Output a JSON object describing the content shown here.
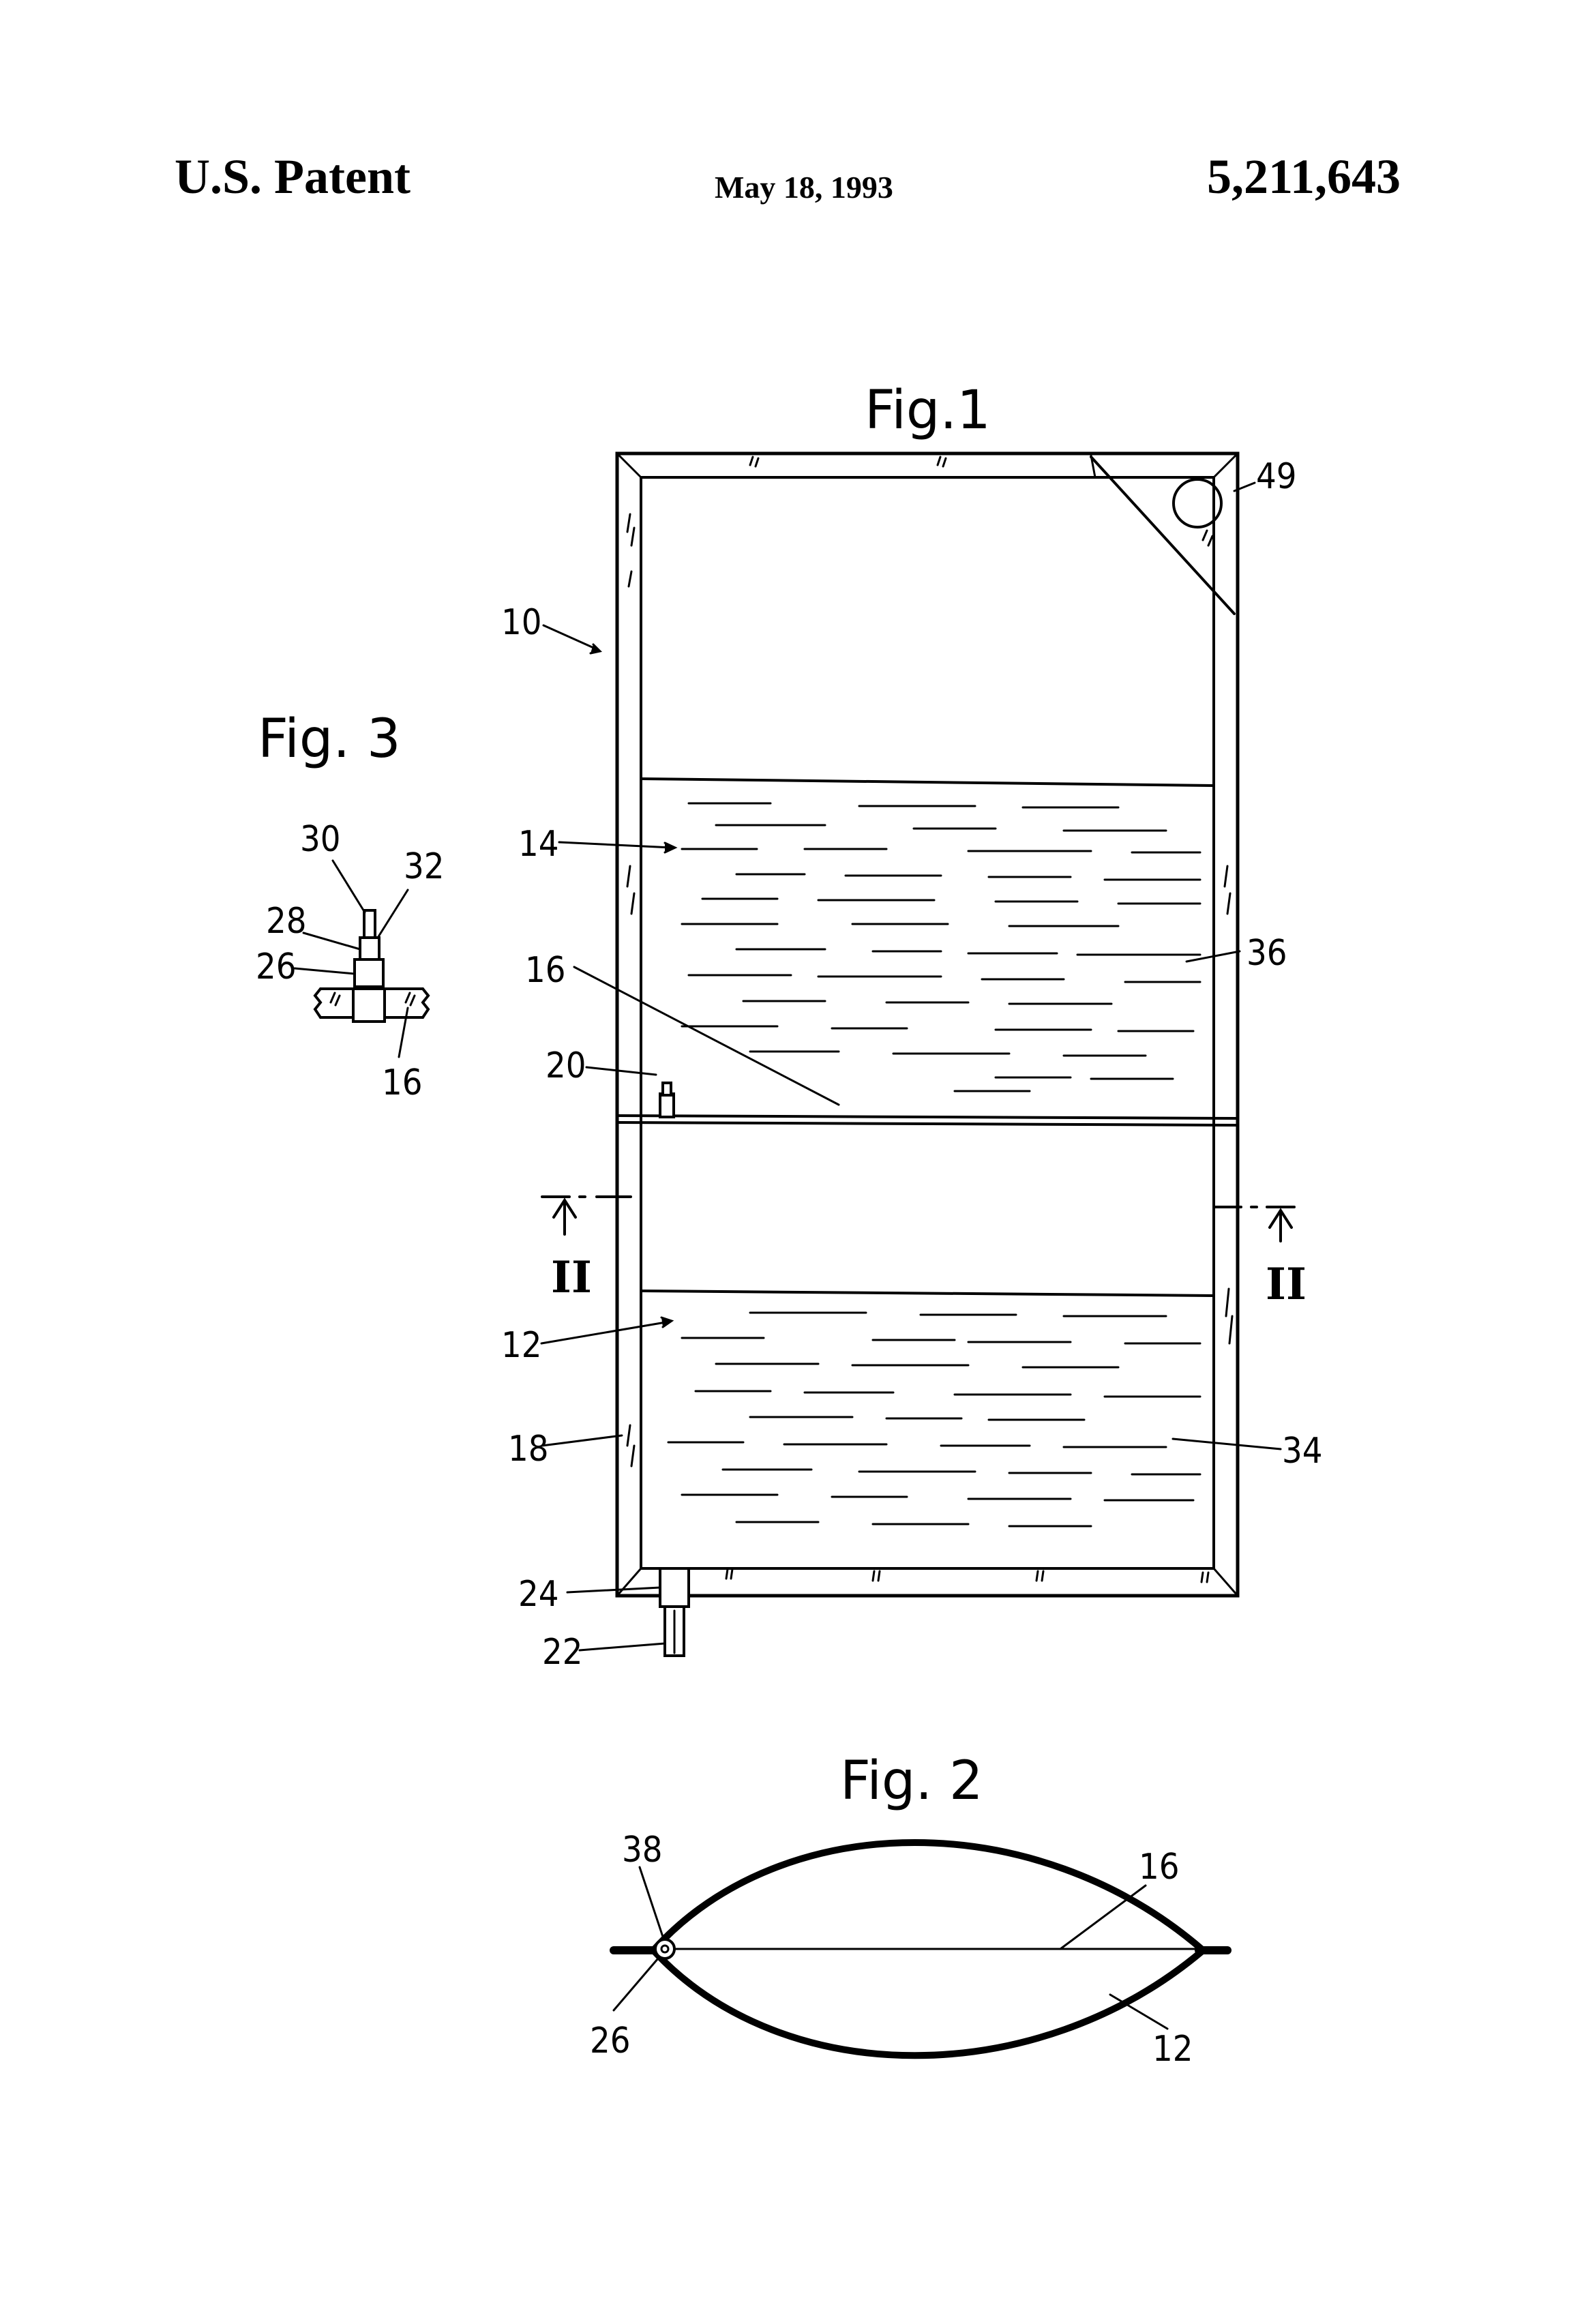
{
  "header": {
    "left": "U.S. Patent",
    "middle": "May 18, 1993",
    "right": "5,211,643"
  },
  "figures": {
    "fig1": {
      "title": "Fig.1",
      "refs": {
        "r10": "10",
        "r49": "49",
        "r14": "14",
        "r36": "36",
        "r16": "16",
        "r20": "20",
        "r12": "12",
        "r18": "18",
        "r34": "34",
        "r24": "24",
        "r22": "22"
      },
      "section_marks": {
        "left": "II",
        "right": "II"
      }
    },
    "fig2": {
      "title": "Fig. 2",
      "refs": {
        "r38": "38",
        "r16": "16",
        "r26": "26",
        "r12": "12"
      }
    },
    "fig3": {
      "title": "Fig. 3",
      "refs": {
        "r30": "30",
        "r32": "32",
        "r28": "28",
        "r26": "26",
        "r16": "16"
      }
    }
  }
}
